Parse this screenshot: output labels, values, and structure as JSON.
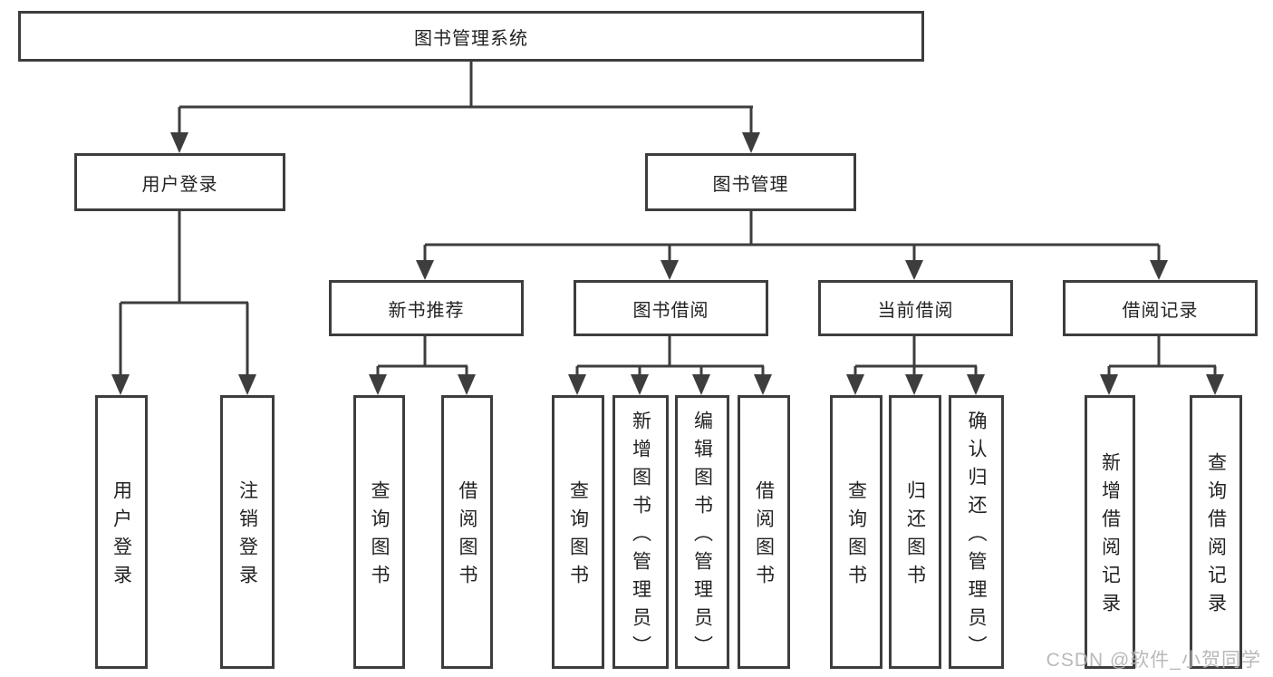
{
  "diagram": {
    "tree": {
      "root": {
        "label": "图书管理系统",
        "children": [
          {
            "label": "用户登录",
            "children": [
              {
                "label": "用户登录"
              },
              {
                "label": "注销登录"
              }
            ]
          },
          {
            "label": "图书管理",
            "children": [
              {
                "label": "新书推荐",
                "children": [
                  {
                    "label": "查询图书"
                  },
                  {
                    "label": "借阅图书"
                  }
                ]
              },
              {
                "label": "图书借阅",
                "children": [
                  {
                    "label": "查询图书"
                  },
                  {
                    "label": "新增图书（管理员）"
                  },
                  {
                    "label": "编辑图书（管理员）"
                  },
                  {
                    "label": "借阅图书"
                  }
                ]
              },
              {
                "label": "当前借阅",
                "children": [
                  {
                    "label": "查询图书"
                  },
                  {
                    "label": "归还图书"
                  },
                  {
                    "label": "确认归还（管理员）"
                  }
                ]
              },
              {
                "label": "借阅记录",
                "children": [
                  {
                    "label": "新增借阅记录"
                  },
                  {
                    "label": "查询借阅记录"
                  }
                ]
              }
            ]
          }
        ]
      }
    }
  },
  "watermark": {
    "text": "CSDN @软件_小贺同学"
  },
  "colors": {
    "line": "#3d3d3d",
    "text": "#232323",
    "watermark": "#b4b4b4",
    "background": "#ffffff"
  }
}
